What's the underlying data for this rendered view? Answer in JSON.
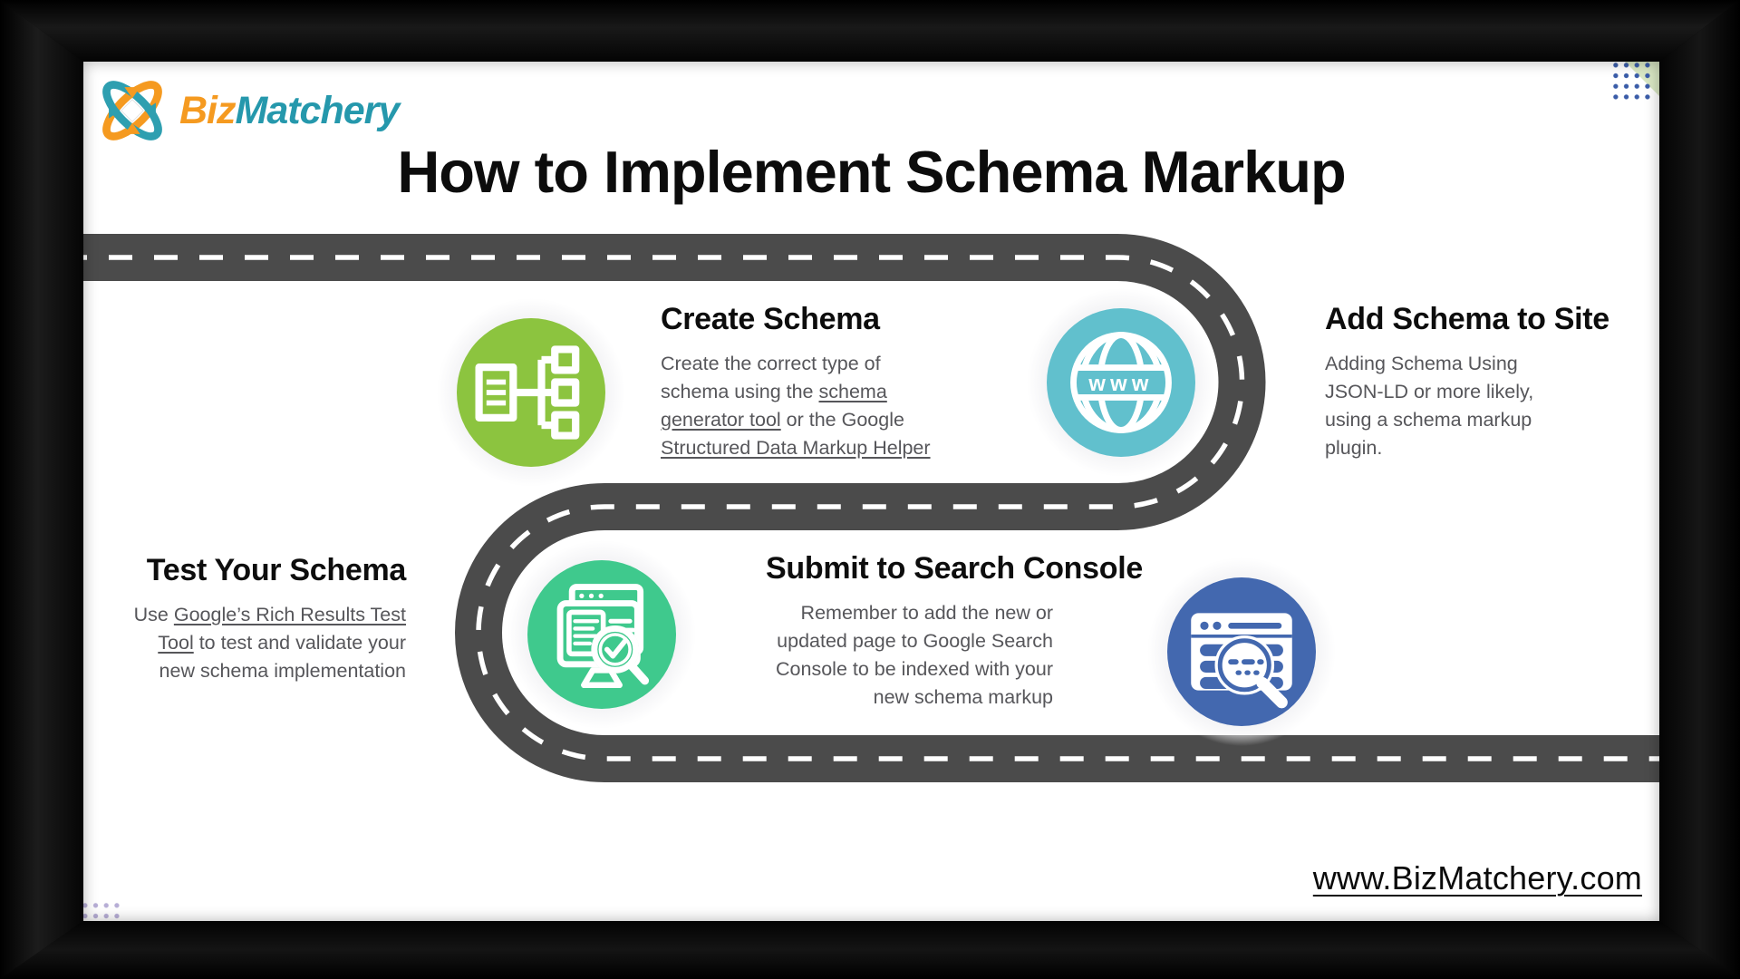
{
  "brand": {
    "name": "BizMatchery",
    "logo_part1": "Biz",
    "logo_part2": "Matchery",
    "colors": {
      "orange": "#F59A20",
      "teal": "#2598AC"
    }
  },
  "title": "How to Implement Schema Markup",
  "website": "www.BizMatchery.com",
  "road": {
    "color": "#4B4B4B",
    "dash_color": "#FFFFFF"
  },
  "decor": {
    "dot_grid_blue": "#3A5CA8",
    "dot_grid_lavender": "#B7AED6",
    "corner_triangle_green": "#D9E7C4"
  },
  "steps": [
    {
      "id": "create-schema",
      "title": "Create Schema",
      "icon": "sitemap-icon",
      "color": "#8CC43F",
      "segments": [
        {
          "t": "Create the correct type of schema using the "
        },
        {
          "t": "schema generator tool",
          "u": true
        },
        {
          "t": " or the Google "
        },
        {
          "t": "Structured Data Markup Helper",
          "u": true
        }
      ]
    },
    {
      "id": "add-schema-to-site",
      "title": "Add Schema to Site",
      "icon": "www-globe-icon",
      "color": "#61C0CD",
      "segments": [
        {
          "t": "Adding Schema Using JSON-LD or more likely, using a schema markup plugin."
        }
      ]
    },
    {
      "id": "test-your-schema",
      "title": "Test Your Schema",
      "icon": "monitor-check-icon",
      "color": "#3FC98D",
      "segments": [
        {
          "t": "Use "
        },
        {
          "t": "Google’s Rich Results Test Tool",
          "u": true
        },
        {
          "t": " to test and validate your new schema implementation"
        }
      ]
    },
    {
      "id": "submit-to-search-console",
      "title": "Submit to Search Console",
      "icon": "browser-search-icon",
      "color": "#4368AF",
      "segments": [
        {
          "t": "Remember to add the new or updated page to Google Search Console to be indexed  with your new schema markup"
        }
      ]
    }
  ]
}
